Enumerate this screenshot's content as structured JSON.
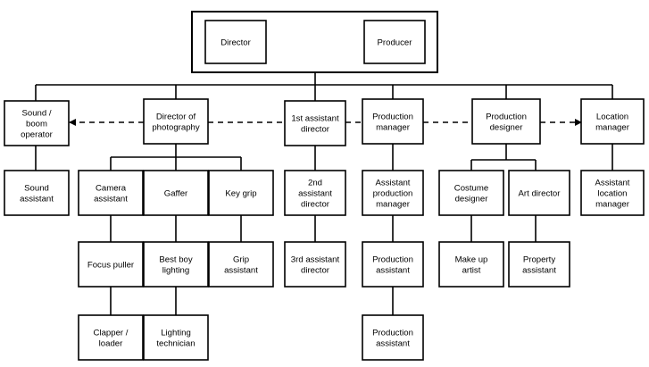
{
  "nodes": [
    {
      "id": "director",
      "lines": [
        "Director"
      ],
      "fill": "#999999"
    },
    {
      "id": "producer",
      "lines": [
        "Producer"
      ],
      "fill": "#999999"
    },
    {
      "id": "sound-boom-operator",
      "lines": [
        "Sound /",
        "boom",
        "operator"
      ],
      "fill": "#ffffff"
    },
    {
      "id": "director-of-photography",
      "lines": [
        "Director of",
        "photography"
      ],
      "fill": "#ffffff"
    },
    {
      "id": "1st-assistant-director",
      "lines": [
        "1st assistant",
        "director"
      ],
      "fill": "#999999"
    },
    {
      "id": "production-manager",
      "lines": [
        "Production",
        "manager"
      ],
      "fill": "#ffffff"
    },
    {
      "id": "production-designer",
      "lines": [
        "Production",
        "designer"
      ],
      "fill": "#ffffff"
    },
    {
      "id": "location-manager",
      "lines": [
        "Location",
        "manager"
      ],
      "fill": "#ffffff"
    },
    {
      "id": "sound-assistant",
      "lines": [
        "Sound",
        "assistant"
      ],
      "fill": "#ffffff"
    },
    {
      "id": "camera-assistant",
      "lines": [
        "Camera",
        "assistant"
      ],
      "fill": "#ffffff"
    },
    {
      "id": "gaffer",
      "lines": [
        "Gaffer"
      ],
      "fill": "#ffffff"
    },
    {
      "id": "key-grip",
      "lines": [
        "Key grip"
      ],
      "fill": "#ffffff"
    },
    {
      "id": "2nd-assistant-director",
      "lines": [
        "2nd",
        "assistant",
        "director"
      ],
      "fill": "#ffffff"
    },
    {
      "id": "assistant-production-manager",
      "lines": [
        "Assistant",
        "production",
        "manager"
      ],
      "fill": "#ffffff"
    },
    {
      "id": "costume-designer",
      "lines": [
        "Costume",
        "designer"
      ],
      "fill": "#ffffff"
    },
    {
      "id": "art-director",
      "lines": [
        "Art director"
      ],
      "fill": "#ffffff"
    },
    {
      "id": "assistant-location-manager",
      "lines": [
        "Assistant",
        "location",
        "manager"
      ],
      "fill": "#ffffff"
    },
    {
      "id": "focus-puller",
      "lines": [
        "Focus puller"
      ],
      "fill": "#ffffff"
    },
    {
      "id": "best-boy-lighting",
      "lines": [
        "Best boy",
        "lighting"
      ],
      "fill": "#ffffff"
    },
    {
      "id": "grip-assistant",
      "lines": [
        "Grip",
        "assistant"
      ],
      "fill": "#ffffff"
    },
    {
      "id": "3rd-assistant-director",
      "lines": [
        "3rd assistant",
        "director"
      ],
      "fill": "#ffffff"
    },
    {
      "id": "production-assistant-1",
      "lines": [
        "Production",
        "assistant"
      ],
      "fill": "#ffffff"
    },
    {
      "id": "make-up-artist",
      "lines": [
        "Make up",
        "artist"
      ],
      "fill": "#ffffff"
    },
    {
      "id": "property-assistant",
      "lines": [
        "Property",
        "assistant"
      ],
      "fill": "#ffffff"
    },
    {
      "id": "clapper-loader",
      "lines": [
        "Clapper /",
        "loader"
      ],
      "fill": "#ffffff"
    },
    {
      "id": "lighting-technician",
      "lines": [
        "Lighting",
        "technician"
      ],
      "fill": "#ffffff"
    },
    {
      "id": "production-assistant-2",
      "lines": [
        "Production",
        "assistant"
      ],
      "fill": "#ffffff"
    }
  ],
  "edges": [
    {
      "from": "director-of-photography",
      "to": "sound-boom-operator",
      "style": "dashed",
      "arrow": true
    },
    {
      "from": "1st-assistant-director",
      "to": "director-of-photography",
      "style": "dashed",
      "arrow": false
    },
    {
      "from": "1st-assistant-director",
      "to": "production-manager",
      "style": "dashed",
      "arrow": false
    },
    {
      "from": "production-manager",
      "to": "production-designer",
      "style": "dashed",
      "arrow": false
    },
    {
      "from": "production-designer",
      "to": "location-manager",
      "style": "dashed",
      "arrow": true
    },
    {
      "from": "sound-boom-operator",
      "to": "sound-assistant",
      "style": "solid"
    },
    {
      "from": "director-of-photography",
      "to": "camera-assistant",
      "style": "solid"
    },
    {
      "from": "director-of-photography",
      "to": "gaffer",
      "style": "solid"
    },
    {
      "from": "director-of-photography",
      "to": "key-grip",
      "style": "solid"
    },
    {
      "from": "camera-assistant",
      "to": "focus-puller",
      "style": "solid"
    },
    {
      "from": "focus-puller",
      "to": "clapper-loader",
      "style": "solid"
    },
    {
      "from": "gaffer",
      "to": "best-boy-lighting",
      "style": "solid"
    },
    {
      "from": "best-boy-lighting",
      "to": "lighting-technician",
      "style": "solid"
    },
    {
      "from": "key-grip",
      "to": "grip-assistant",
      "style": "solid"
    },
    {
      "from": "1st-assistant-director",
      "to": "2nd-assistant-director",
      "style": "solid"
    },
    {
      "from": "2nd-assistant-director",
      "to": "3rd-assistant-director",
      "style": "solid"
    },
    {
      "from": "production-manager",
      "to": "assistant-production-manager",
      "style": "solid"
    },
    {
      "from": "assistant-production-manager",
      "to": "production-assistant-1",
      "style": "solid"
    },
    {
      "from": "production-assistant-1",
      "to": "production-assistant-2",
      "style": "solid"
    },
    {
      "from": "production-designer",
      "to": "costume-designer",
      "style": "solid"
    },
    {
      "from": "production-designer",
      "to": "art-director",
      "style": "solid"
    },
    {
      "from": "costume-designer",
      "to": "make-up-artist",
      "style": "solid"
    },
    {
      "from": "art-director",
      "to": "property-assistant",
      "style": "solid"
    },
    {
      "from": "location-manager",
      "to": "assistant-location-manager",
      "style": "solid"
    }
  ]
}
